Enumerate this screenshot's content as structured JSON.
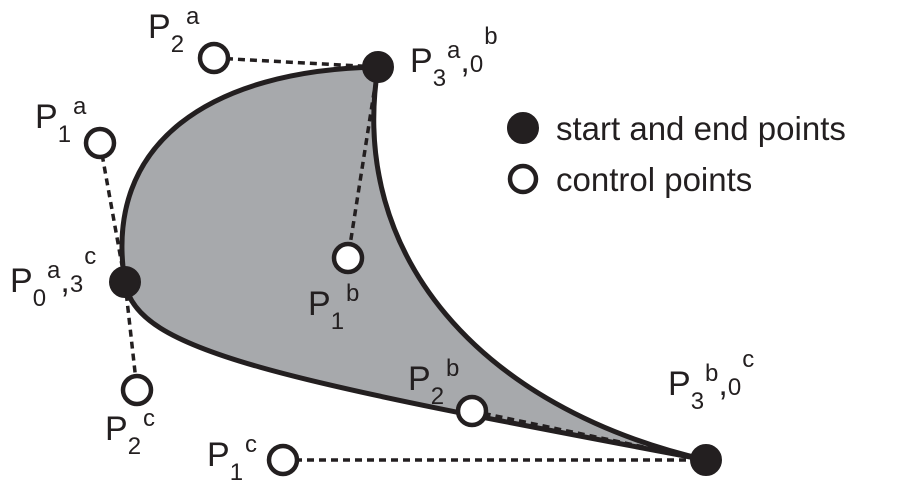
{
  "colors": {
    "shape_fill": "#a7a9ac",
    "stroke": "#231f20",
    "background": "#ffffff"
  },
  "legend": {
    "endpoint_label": "start and end points",
    "control_label": "control points"
  },
  "labels": {
    "p2a": {
      "main": "P",
      "sub": "2",
      "sup": "a"
    },
    "p1a": {
      "main": "P",
      "sub": "1",
      "sup": "a"
    },
    "p3a0b": {
      "main": "P",
      "sub1": "3",
      "sup1": "a",
      "sep": ",",
      "sub2": "0",
      "sup2": "b"
    },
    "p0a3c": {
      "main": "P",
      "sub1": "0",
      "sup1": "a",
      "sep": ",",
      "sub2": "3",
      "sup2": "c"
    },
    "p1b": {
      "main": "P",
      "sub": "1",
      "sup": "b"
    },
    "p2b": {
      "main": "P",
      "sub": "2",
      "sup": "b"
    },
    "p2c": {
      "main": "P",
      "sub": "2",
      "sup": "c"
    },
    "p1c": {
      "main": "P",
      "sub": "1",
      "sup": "c"
    },
    "p3b0c": {
      "main": "P",
      "sub1": "3",
      "sup1": "b",
      "sep": ",",
      "sub2": "0",
      "sup2": "c"
    }
  }
}
